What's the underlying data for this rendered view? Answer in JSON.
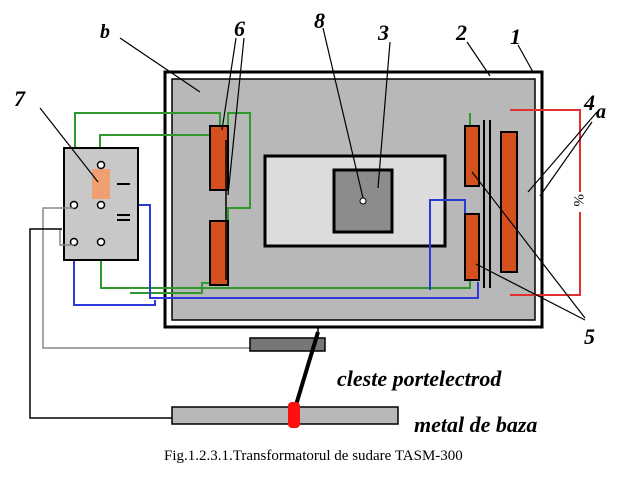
{
  "labels": {
    "n1": "1",
    "n2": "2",
    "n3": "3",
    "n4": "4",
    "n5": "5",
    "n6": "6",
    "n7": "7",
    "n8": "8",
    "a": "a",
    "b": "b"
  },
  "switch_symbol": "%",
  "electrode_holder_label": "cleste portelectrod",
  "base_metal_label": "metal de baza",
  "caption": "Fig.1.2.3.1.Transformatorul de sudare TASM-300",
  "colors": {
    "tank": "#b8b8b8",
    "inner_window": "#dcdcdc",
    "core": "#8c8c8c",
    "coil": "#d4501e",
    "switch_body": "#c8c8c8",
    "switch_contact": "#f0a070",
    "wire_green": "#2e9a2e",
    "wire_blue": "#2a3ad8",
    "wire_red": "#e03030",
    "wire_gray": "#888888",
    "arc": "#ff1010"
  }
}
